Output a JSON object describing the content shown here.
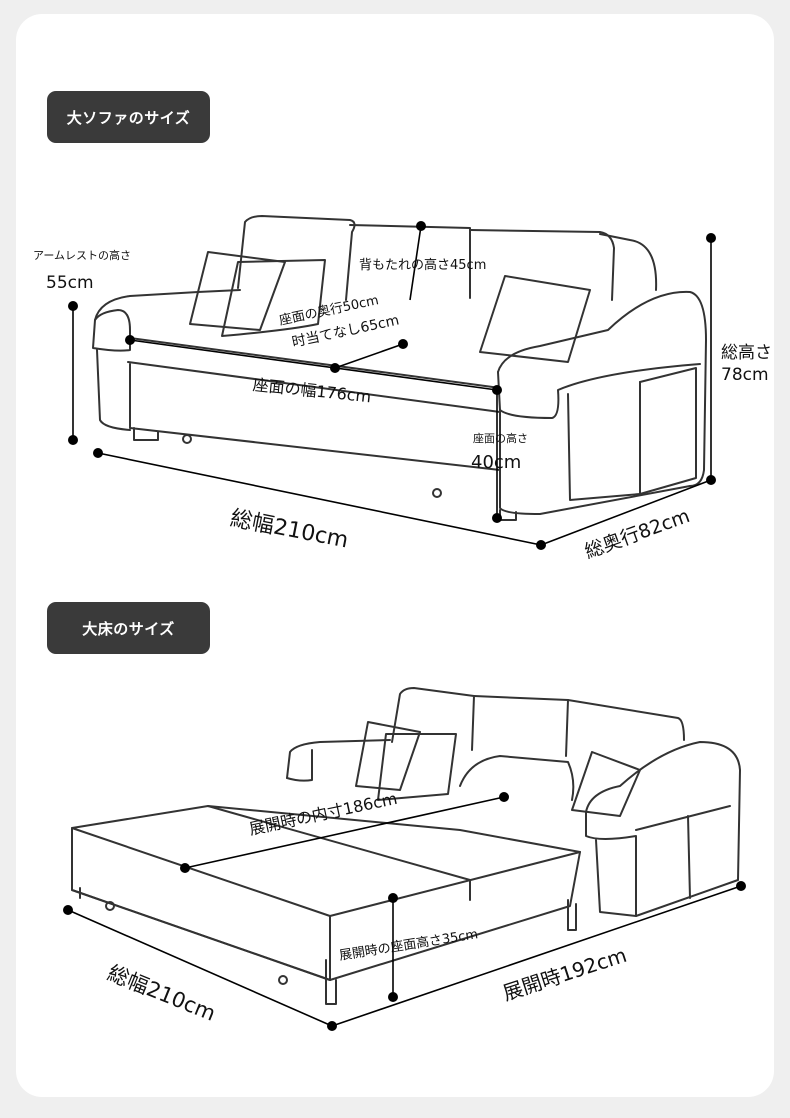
{
  "section_sofa": {
    "title": "大ソファのサイズ",
    "armrest_height_label": "アームレストの高さ",
    "armrest_height_value": "55cm",
    "backrest_height": "背もたれの高さ45cm",
    "seat_depth": "座面の奥行50cm",
    "seat_depth_no_back": "时当てなし65cm",
    "seat_width": "座面の幅176cm",
    "seat_height_label": "座面の高さ",
    "seat_height_value": "40cm",
    "total_height_label": "総高さ",
    "total_height_value": "78cm",
    "total_width": "総幅210cm",
    "total_depth": "総奥行82cm"
  },
  "section_bed": {
    "title": "大床のサイズ",
    "inner_size": "展開時の内寸186cm",
    "seat_height": "展開時の座面高さ35cm",
    "total_width": "総幅210cm",
    "open_length": "展開時192cm"
  }
}
